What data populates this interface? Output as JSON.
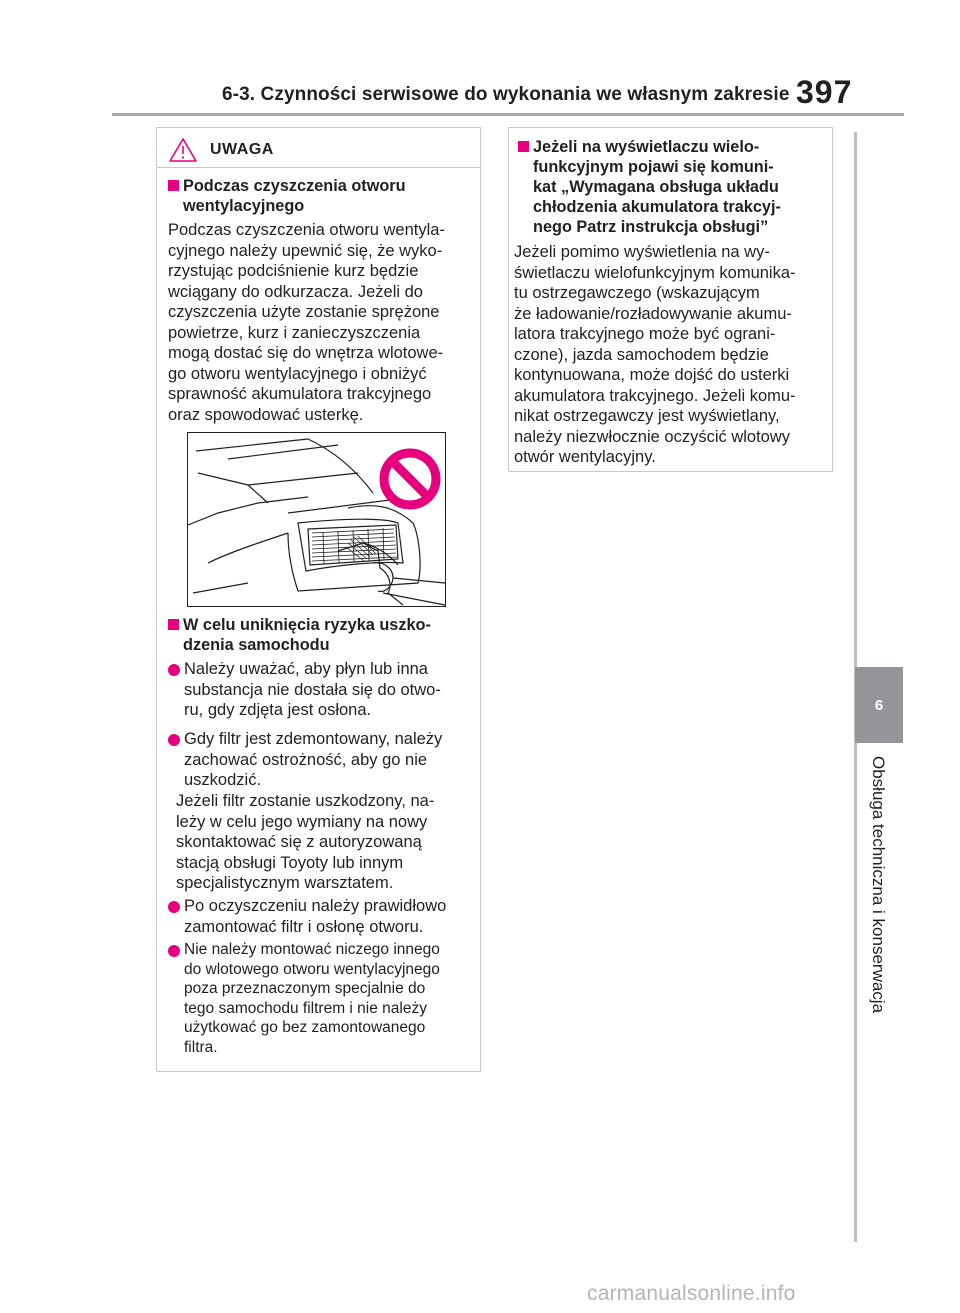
{
  "header": {
    "title": "6-3. Czynności serwisowe do wykonania we własnym zakresie",
    "page_number": "397"
  },
  "side_tab": {
    "chapter": "6",
    "label": "Obsługa techniczna i konserwacja"
  },
  "warning": {
    "label": "UWAGA",
    "section1": {
      "title_lines": [
        "Podczas czyszczenia otworu",
        "wentylacyjnego"
      ],
      "paragraph_lines": [
        "Podczas czyszczenia otworu wentyla-",
        "cyjnego należy upewnić się, że wyko-",
        "rzystując podciśnienie kurz będzie",
        "wciągany do odkurzacza. Jeżeli do",
        "czyszczenia użyte zostanie sprężone",
        "powietrze, kurz i zanieczyszczenia",
        "mogą dostać się do wnętrza wlotowe-",
        "go otworu wentylacyjnego i obniżyć",
        "sprawność akumulatora trakcyjnego",
        "oraz spowodować usterkę."
      ]
    },
    "section2": {
      "title_lines": [
        "W celu uniknięcia ryzyka uszko-",
        "dzenia samochodu"
      ],
      "bullet1_lines": [
        "Należy uważać, aby płyn lub inna",
        "substancja nie dostała się do otwo-",
        "ru, gdy zdjęta jest osłona."
      ],
      "bullet2_lines": [
        "Gdy filtr jest zdemontowany, należy",
        "zachować ostrożność, aby go nie",
        "uszkodzić."
      ],
      "bullet2_sub_lines": [
        "Jeżeli filtr zostanie uszkodzony, na-",
        "leży w celu jego wymiany na nowy",
        "skontaktować się z autoryzowaną",
        "stacją obsługi Toyoty lub innym",
        "specjalistycznym warsztatem."
      ],
      "bullet3_lines": [
        "Po oczyszczeniu należy prawidłowo",
        "zamontować filtr i osłonę otworu."
      ],
      "bullet4_lines": [
        "Nie należy montować niczego innego",
        "do wlotowego otworu wentylacyjnego",
        "poza przeznaczonym specjalnie do",
        "tego samochodu filtrem i nie należy",
        "użytkować go bez zamontowanego",
        "filtra."
      ]
    }
  },
  "info": {
    "title_lines": [
      "Jeżeli na wyświetlaczu wielo-",
      "funkcyjnym pojawi się komuni-",
      "kat „Wymagana obsługa układu",
      "chłodzenia akumulatora trakcyj-",
      "nego Patrz instrukcja obsługi”"
    ],
    "paragraph_lines": [
      "Jeżeli pomimo wyświetlenia na wy-",
      "świetlaczu wielofunkcyjnym komunika-",
      "tu ostrzegawczego (wskazującym",
      "że ładowanie/rozładowywanie akumu-",
      "latora trakcyjnego może być ograni-",
      "czone), jazda samochodem będzie",
      "kontynuowana, może dojść do usterki",
      "akumulatora trakcyjnego. Jeżeli komu-",
      "nikat ostrzegawczy jest wyświetlany,",
      "należy niezwłocznie oczyścić wlotowy",
      "otwór wentylacyjny."
    ]
  },
  "watermark": "carmanualsonline.info",
  "colors": {
    "accent": "#e6007e",
    "rule": "#a7a9ac",
    "tab": "#939598",
    "border": "#c7c8ca"
  },
  "icons": [
    "warning-triangle-icon",
    "prohibition-icon"
  ]
}
